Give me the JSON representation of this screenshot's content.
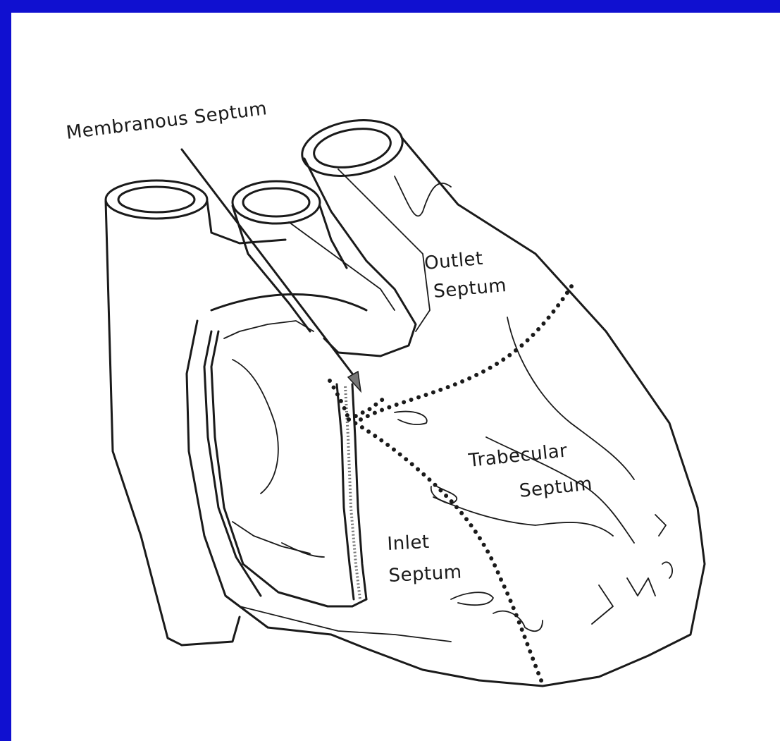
{
  "labels": {
    "membranous_septum": "Membranous Septum",
    "outlet_line1": "Outlet",
    "outlet_line2": "Septum",
    "trabecular_line1": "Trabecular",
    "trabecular_line2": "Septum",
    "inlet_line1": "Inlet",
    "inlet_line2": "Septum"
  },
  "colors": {
    "frame": "#1010d0",
    "background": "#ffffff",
    "ink": "#1a1a1a"
  }
}
